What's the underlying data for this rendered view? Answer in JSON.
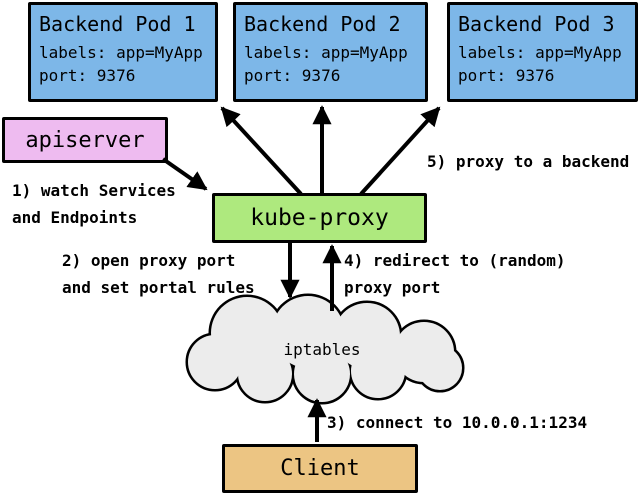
{
  "nodes": {
    "pods": [
      {
        "title": "Backend Pod 1",
        "labels_line": "labels: app=MyApp",
        "port_line": "port: 9376"
      },
      {
        "title": "Backend Pod 2",
        "labels_line": "labels: app=MyApp",
        "port_line": "port: 9376"
      },
      {
        "title": "Backend Pod 3",
        "labels_line": "labels: app=MyApp",
        "port_line": "port: 9376"
      }
    ],
    "apiserver": {
      "label": "apiserver"
    },
    "kube_proxy": {
      "label": "kube-proxy"
    },
    "iptables": {
      "label": "iptables"
    },
    "client": {
      "label": "Client"
    }
  },
  "annotations": {
    "step1": {
      "line1": "1) watch Services",
      "line2": "and Endpoints"
    },
    "step2": {
      "line1": "2) open proxy port",
      "line2": "and set portal rules"
    },
    "step3": {
      "line1": "3) connect to 10.0.0.1:1234"
    },
    "step4": {
      "line1": "4) redirect to (random)",
      "line2": "proxy port"
    },
    "step5": {
      "line1": "5) proxy to a backend"
    }
  },
  "colors": {
    "pod_fill": "#7db7e8",
    "apiserver_fill": "#eebbf0",
    "kube_proxy_fill": "#aee97e",
    "client_fill": "#ecc583",
    "cloud_fill": "#ececec",
    "line": "#000000"
  }
}
